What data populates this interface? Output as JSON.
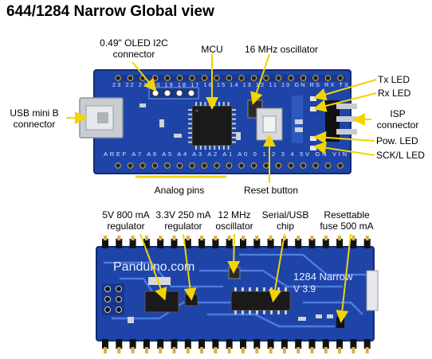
{
  "title": "644/1284 Narrow Global view",
  "top_labels": {
    "oled_1": "0.49\" OLED I2C",
    "oled_2": "connector",
    "mcu": "MCU",
    "osc16": "16 MHz oscillator",
    "usb_1": "USB mini B",
    "usb_2": "connector",
    "tx": "Tx LED",
    "rx": "Rx LED",
    "isp_1": "ISP",
    "isp_2": "connector",
    "pow": "Pow. LED",
    "sck": "SCK/L LED",
    "analog": "Analog pins",
    "reset": "Reset button"
  },
  "bottom_labels": {
    "reg5_1": "5V 800 mA",
    "reg5_2": "regulator",
    "reg33_1": "3.3V 250 mA",
    "reg33_2": "regulator",
    "osc12_1": "12 MHz",
    "osc12_2": "oscillator",
    "serial_1": "Serial/USB",
    "serial_2": "chip",
    "fuse_1": "Resettable",
    "fuse_2": "fuse 500 mA"
  },
  "board_text": {
    "top_pins": "23 22 21 20 19 18 17 16 15 14 13 12 11 10 GN RS RX TX",
    "bottom_pins": "AREF A7 A6 A5 A4 A3 A2 A1 A0 0 1 2 3 4 5V GN VIN",
    "brand": "Panduino.com",
    "model": "1284 Narrow",
    "version": "V 3.9"
  },
  "colors": {
    "pcb": "#1e44a8",
    "pcb_light": "#3a66cc",
    "trace": "#4d7ae0",
    "arrow": "#f2d400",
    "chip": "#1a1a1a",
    "silver": "#c9cdd2",
    "gold": "#d8b24a"
  }
}
